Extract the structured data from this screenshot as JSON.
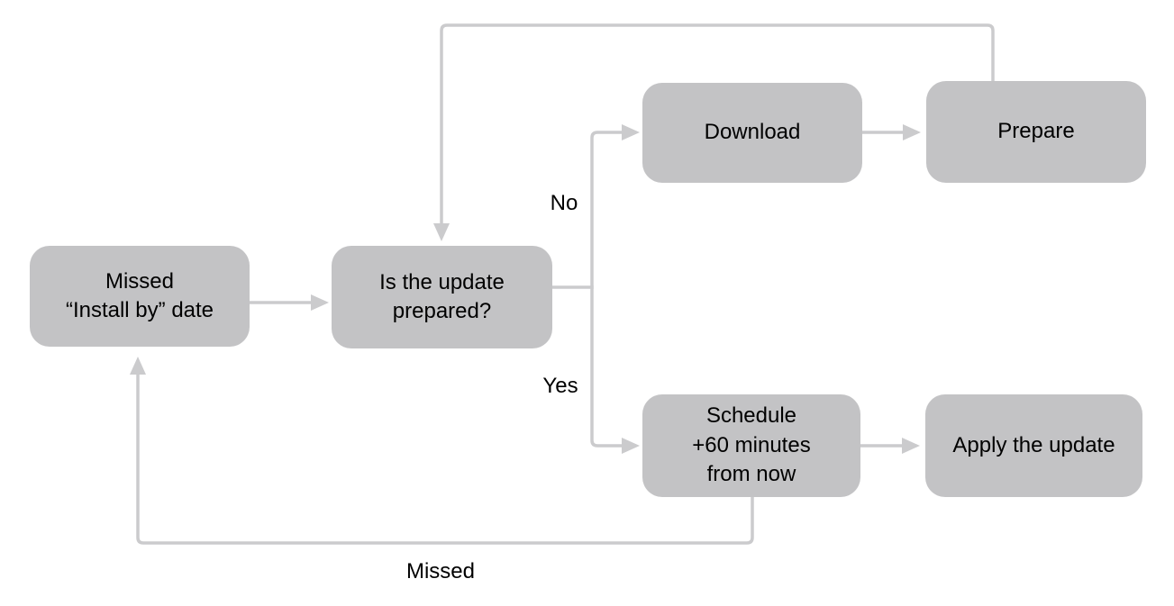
{
  "diagram": {
    "nodes": [
      {
        "id": "missed-install-by-date",
        "label": "Missed\n“Install by” date"
      },
      {
        "id": "is-update-prepared",
        "label": "Is the update\nprepared?"
      },
      {
        "id": "download",
        "label": "Download"
      },
      {
        "id": "prepare",
        "label": "Prepare"
      },
      {
        "id": "schedule-60-minutes",
        "label": "Schedule\n+60 minutes\nfrom now"
      },
      {
        "id": "apply-update",
        "label": "Apply the update"
      }
    ],
    "edge_labels": {
      "no": "No",
      "yes": "Yes",
      "missed": "Missed"
    },
    "colors": {
      "node_fill": "#c3c3c5",
      "connector": "#cbcbcd",
      "text": "#000000",
      "background": "#ffffff"
    }
  }
}
